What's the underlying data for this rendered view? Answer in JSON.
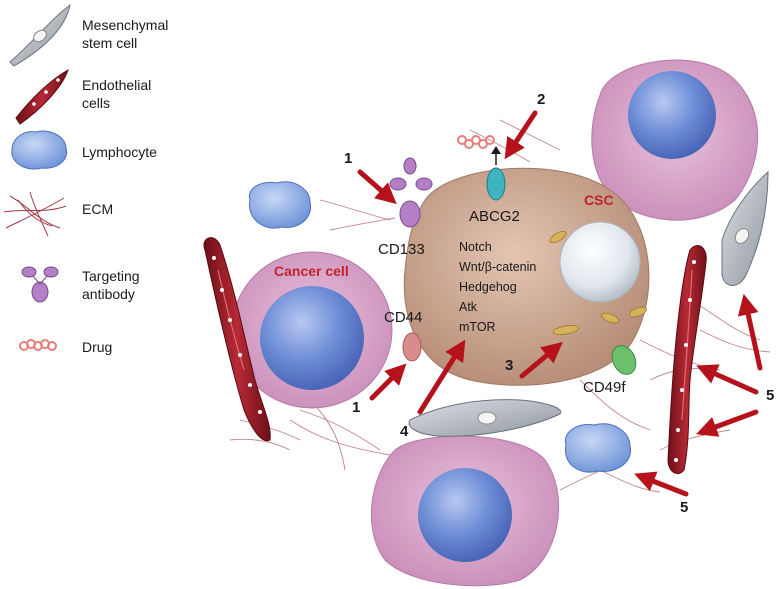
{
  "legend": {
    "items": [
      {
        "icon": "mesenchymal-stem-cell-icon",
        "lines": [
          "Mesenchymal",
          "stem cell"
        ]
      },
      {
        "icon": "endothelial-cell-icon",
        "lines": [
          "Endothelial",
          "cells"
        ]
      },
      {
        "icon": "lymphocyte-icon",
        "lines": [
          "Lymphocyte"
        ]
      },
      {
        "icon": "ecm-icon",
        "lines": [
          "ECM"
        ]
      },
      {
        "icon": "targeting-antibody-icon",
        "lines": [
          "Targeting",
          "antibody"
        ]
      },
      {
        "icon": "drug-icon",
        "lines": [
          "Drug"
        ]
      }
    ]
  },
  "labels": {
    "cancer_cell": "Cancer cell",
    "csc": "CSC",
    "cd133": "CD133",
    "abcg2": "ABCG2",
    "cd44": "CD44",
    "cd49f": "CD49f"
  },
  "pathways": [
    "Notch",
    "Wnt/β-catenin",
    "Hedgehog",
    "Atk",
    "mTOR"
  ],
  "numbers": {
    "n1_top": "1",
    "n2": "2",
    "n1_bottom": "1",
    "n3": "3",
    "n4": "4",
    "n5_right": "5",
    "n5_bottom": "5"
  },
  "colors": {
    "arrow": "#b5121b",
    "csc_body": "#c9a48e",
    "cancer_cell": "#d7a9c9",
    "nucleus": "#6f8fd6",
    "endothelial": "#9b1f28",
    "antibody": "#b57fc6",
    "abcg2": "#3fb3c0",
    "cd49f": "#6cc06c"
  }
}
